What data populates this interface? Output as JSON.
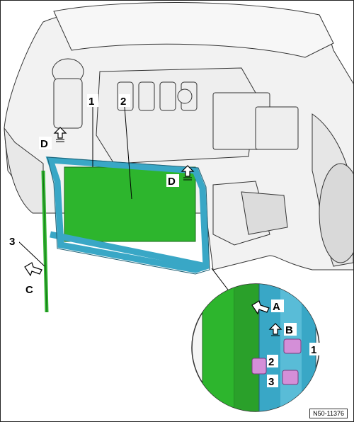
{
  "labels": {
    "num1": "1",
    "num2": "2",
    "num3": "3",
    "d_left": "D",
    "d_right": "D",
    "c": "C",
    "detail_a": "A",
    "detail_b": "B",
    "detail_1": "1",
    "detail_2": "2",
    "detail_3": "3"
  },
  "reference_code": "N50-11376",
  "colors": {
    "radiator": "#2db52d",
    "carrier": "#39a7c6",
    "clips": "#d48fd8",
    "outline": "#333333",
    "engine_gray": "#eeeeee"
  },
  "icons": [
    "arrow-up-icon",
    "arrow-diagonal-icon"
  ]
}
